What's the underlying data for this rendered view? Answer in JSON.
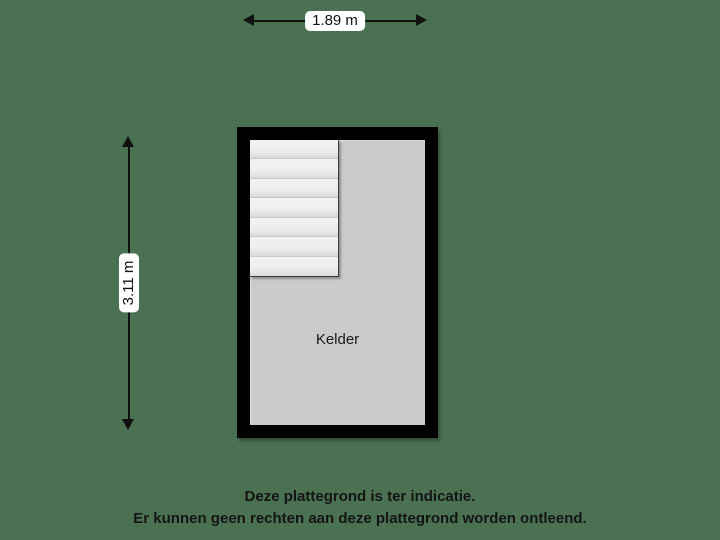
{
  "background_color": "#4a7252",
  "plan": {
    "wall_color": "#000000",
    "floor_color": "#cbcbcb",
    "stair_color": "#ededed",
    "room": {
      "label": "Kelder"
    },
    "staircase": {
      "name": "staircase",
      "step_count": 7
    }
  },
  "dimensions": {
    "width": {
      "label": "1.89 m",
      "orientation": "horizontal"
    },
    "height": {
      "label": "3.11 m",
      "orientation": "vertical"
    }
  },
  "footer": {
    "line1": "Deze plattegrond is ter indicatie.",
    "line2": "Er kunnen geen rechten aan deze plattegrond worden ontleend."
  }
}
